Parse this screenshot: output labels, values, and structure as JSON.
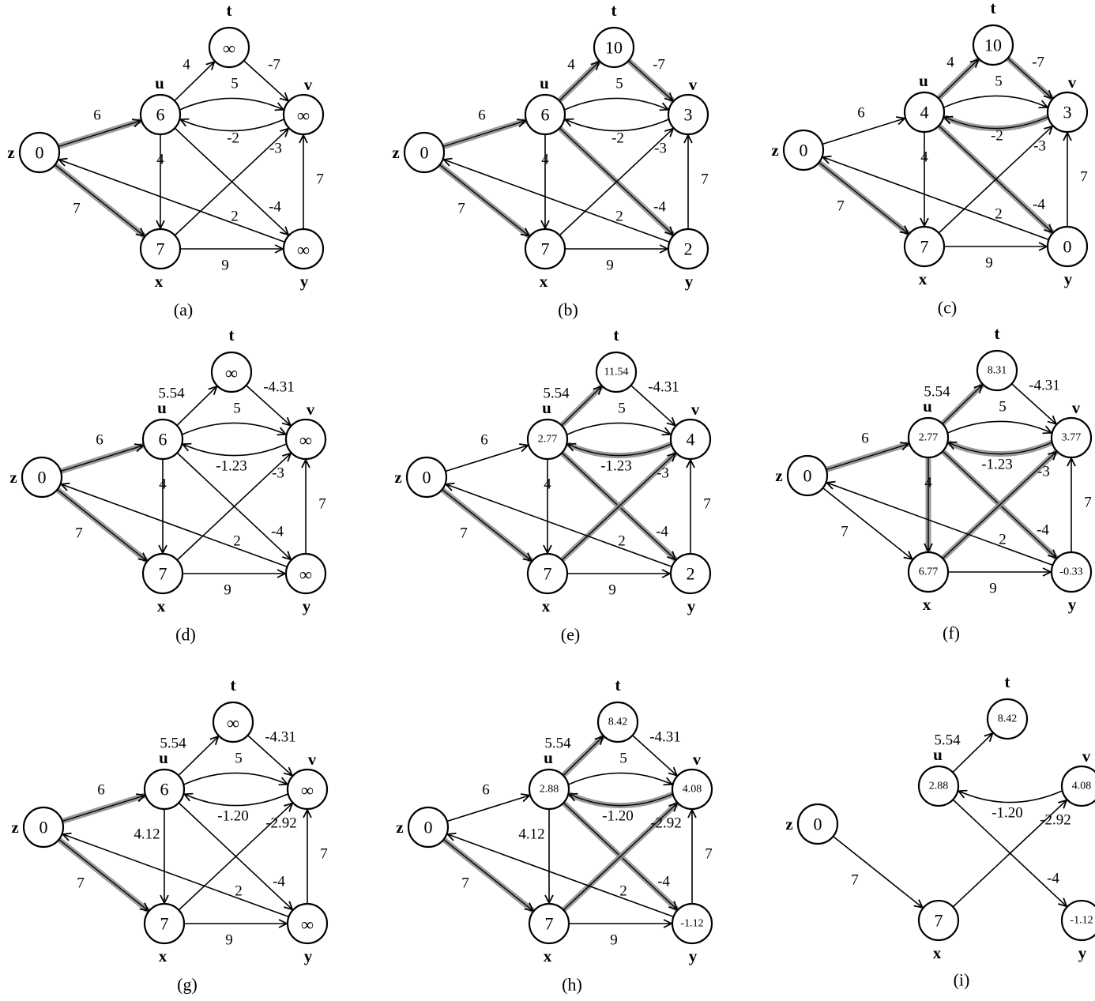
{
  "panels": [
    {
      "id": "a",
      "label": "(a)",
      "nodes": {
        "z": "0",
        "u": "6",
        "t": "∞",
        "v": "∞",
        "x": "7",
        "y": "∞"
      },
      "names": {
        "z": "z",
        "u": "u",
        "t": "t",
        "v": "v",
        "x": "x",
        "y": "y"
      },
      "edges": [
        {
          "f": "z",
          "t": "u",
          "w": "6",
          "hl": true
        },
        {
          "f": "z",
          "t": "x",
          "w": "7",
          "hl": true
        },
        {
          "f": "u",
          "t": "t",
          "w": "4",
          "hl": false
        },
        {
          "f": "t",
          "t": "v",
          "w": "-7",
          "hl": false
        },
        {
          "f": "u",
          "t": "v",
          "w": "5",
          "hl": false
        },
        {
          "f": "v",
          "t": "u",
          "w": "-2",
          "hl": false
        },
        {
          "f": "u",
          "t": "x",
          "w": "4",
          "hl": false
        },
        {
          "f": "u",
          "t": "y",
          "w": "-4",
          "hl": false
        },
        {
          "f": "x",
          "t": "v",
          "w": "-3",
          "hl": false
        },
        {
          "f": "x",
          "t": "y",
          "w": "9",
          "hl": false
        },
        {
          "f": "y",
          "t": "v",
          "w": "7",
          "hl": false
        },
        {
          "f": "y",
          "t": "z",
          "w": "2",
          "hl": false
        }
      ]
    },
    {
      "id": "b",
      "label": "(b)",
      "nodes": {
        "z": "0",
        "u": "6",
        "t": "10",
        "v": "3",
        "x": "7",
        "y": "2"
      },
      "names": {
        "z": "z",
        "u": "u",
        "t": "t",
        "v": "v",
        "x": "x",
        "y": "y"
      },
      "edges": [
        {
          "f": "z",
          "t": "u",
          "w": "6",
          "hl": true
        },
        {
          "f": "z",
          "t": "x",
          "w": "7",
          "hl": true
        },
        {
          "f": "u",
          "t": "t",
          "w": "4",
          "hl": true
        },
        {
          "f": "t",
          "t": "v",
          "w": "-7",
          "hl": true
        },
        {
          "f": "u",
          "t": "v",
          "w": "5",
          "hl": false
        },
        {
          "f": "v",
          "t": "u",
          "w": "-2",
          "hl": false
        },
        {
          "f": "u",
          "t": "x",
          "w": "4",
          "hl": false
        },
        {
          "f": "u",
          "t": "y",
          "w": "-4",
          "hl": true
        },
        {
          "f": "x",
          "t": "v",
          "w": "-3",
          "hl": false
        },
        {
          "f": "x",
          "t": "y",
          "w": "9",
          "hl": false
        },
        {
          "f": "y",
          "t": "v",
          "w": "7",
          "hl": false
        },
        {
          "f": "y",
          "t": "z",
          "w": "2",
          "hl": false
        }
      ]
    },
    {
      "id": "c",
      "label": "(c)",
      "nodes": {
        "z": "0",
        "u": "4",
        "t": "10",
        "v": "3",
        "x": "7",
        "y": "0"
      },
      "names": {
        "z": "z",
        "u": "u",
        "t": "t",
        "v": "v",
        "x": "x",
        "y": "y"
      },
      "edges": [
        {
          "f": "z",
          "t": "u",
          "w": "6",
          "hl": false
        },
        {
          "f": "z",
          "t": "x",
          "w": "7",
          "hl": true
        },
        {
          "f": "u",
          "t": "t",
          "w": "4",
          "hl": true
        },
        {
          "f": "t",
          "t": "v",
          "w": "-7",
          "hl": true
        },
        {
          "f": "u",
          "t": "v",
          "w": "5",
          "hl": false
        },
        {
          "f": "v",
          "t": "u",
          "w": "-2",
          "hl": true
        },
        {
          "f": "u",
          "t": "x",
          "w": "4",
          "hl": false
        },
        {
          "f": "u",
          "t": "y",
          "w": "-4",
          "hl": true
        },
        {
          "f": "x",
          "t": "v",
          "w": "-3",
          "hl": false
        },
        {
          "f": "x",
          "t": "y",
          "w": "9",
          "hl": false
        },
        {
          "f": "y",
          "t": "v",
          "w": "7",
          "hl": false
        },
        {
          "f": "y",
          "t": "z",
          "w": "2",
          "hl": false
        }
      ]
    },
    {
      "id": "d",
      "label": "(d)",
      "nodes": {
        "z": "0",
        "u": "6",
        "t": "∞",
        "v": "∞",
        "x": "7",
        "y": "∞"
      },
      "names": {
        "z": "z",
        "u": "u",
        "t": "t",
        "v": "v",
        "x": "x",
        "y": "y"
      },
      "edges": [
        {
          "f": "z",
          "t": "u",
          "w": "6",
          "hl": true
        },
        {
          "f": "z",
          "t": "x",
          "w": "7",
          "hl": true
        },
        {
          "f": "u",
          "t": "t",
          "w": "5.54",
          "hl": false
        },
        {
          "f": "t",
          "t": "v",
          "w": "-4.31",
          "hl": false
        },
        {
          "f": "u",
          "t": "v",
          "w": "5",
          "hl": false
        },
        {
          "f": "v",
          "t": "u",
          "w": "-1.23",
          "hl": false
        },
        {
          "f": "u",
          "t": "x",
          "w": "4",
          "hl": false
        },
        {
          "f": "u",
          "t": "y",
          "w": "-4",
          "hl": false
        },
        {
          "f": "x",
          "t": "v",
          "w": "-3",
          "hl": false
        },
        {
          "f": "x",
          "t": "y",
          "w": "9",
          "hl": false
        },
        {
          "f": "y",
          "t": "v",
          "w": "7",
          "hl": false
        },
        {
          "f": "y",
          "t": "z",
          "w": "2",
          "hl": false
        }
      ]
    },
    {
      "id": "e",
      "label": "(e)",
      "nodes": {
        "z": "0",
        "u": "2.77",
        "t": "11.54",
        "v": "4",
        "x": "7",
        "y": "2"
      },
      "names": {
        "z": "z",
        "u": "u",
        "t": "t",
        "v": "v",
        "x": "x",
        "y": "y"
      },
      "edges": [
        {
          "f": "z",
          "t": "u",
          "w": "6",
          "hl": false
        },
        {
          "f": "z",
          "t": "x",
          "w": "7",
          "hl": true
        },
        {
          "f": "u",
          "t": "t",
          "w": "5.54",
          "hl": true
        },
        {
          "f": "t",
          "t": "v",
          "w": "-4.31",
          "hl": false
        },
        {
          "f": "u",
          "t": "v",
          "w": "5",
          "hl": false
        },
        {
          "f": "v",
          "t": "u",
          "w": "-1.23",
          "hl": true
        },
        {
          "f": "u",
          "t": "x",
          "w": "4",
          "hl": false
        },
        {
          "f": "u",
          "t": "y",
          "w": "-4",
          "hl": true
        },
        {
          "f": "x",
          "t": "v",
          "w": "-3",
          "hl": true
        },
        {
          "f": "x",
          "t": "y",
          "w": "9",
          "hl": false
        },
        {
          "f": "y",
          "t": "v",
          "w": "7",
          "hl": false
        },
        {
          "f": "y",
          "t": "z",
          "w": "2",
          "hl": false
        }
      ]
    },
    {
      "id": "f",
      "label": "(f)",
      "nodes": {
        "z": "0",
        "u": "2.77",
        "t": "8.31",
        "v": "3.77",
        "x": "6.77",
        "y": "-0.33"
      },
      "names": {
        "z": "z",
        "u": "u",
        "t": "t",
        "v": "v",
        "x": "x",
        "y": "y"
      },
      "edges": [
        {
          "f": "z",
          "t": "u",
          "w": "6",
          "hl": true
        },
        {
          "f": "z",
          "t": "x",
          "w": "7",
          "hl": false
        },
        {
          "f": "u",
          "t": "t",
          "w": "5.54",
          "hl": true
        },
        {
          "f": "t",
          "t": "v",
          "w": "-4.31",
          "hl": false
        },
        {
          "f": "u",
          "t": "v",
          "w": "5",
          "hl": false
        },
        {
          "f": "v",
          "t": "u",
          "w": "-1.23",
          "hl": true
        },
        {
          "f": "u",
          "t": "x",
          "w": "4",
          "hl": true
        },
        {
          "f": "u",
          "t": "y",
          "w": "-4",
          "hl": true
        },
        {
          "f": "x",
          "t": "v",
          "w": "-3",
          "hl": true
        },
        {
          "f": "x",
          "t": "y",
          "w": "9",
          "hl": false
        },
        {
          "f": "y",
          "t": "v",
          "w": "7",
          "hl": false
        },
        {
          "f": "y",
          "t": "z",
          "w": "2",
          "hl": false
        }
      ]
    },
    {
      "id": "g",
      "label": "(g)",
      "nodes": {
        "z": "0",
        "u": "6",
        "t": "∞",
        "v": "∞",
        "x": "7",
        "y": "∞"
      },
      "names": {
        "z": "z",
        "u": "u",
        "t": "t",
        "v": "v",
        "x": "x",
        "y": "y"
      },
      "edges": [
        {
          "f": "z",
          "t": "u",
          "w": "6",
          "hl": true
        },
        {
          "f": "z",
          "t": "x",
          "w": "7",
          "hl": true
        },
        {
          "f": "u",
          "t": "t",
          "w": "5.54",
          "hl": false
        },
        {
          "f": "t",
          "t": "v",
          "w": "-4.31",
          "hl": false
        },
        {
          "f": "u",
          "t": "v",
          "w": "5",
          "hl": false
        },
        {
          "f": "v",
          "t": "u",
          "w": "-1.20",
          "hl": false
        },
        {
          "f": "u",
          "t": "x",
          "w": "4.12",
          "hl": false
        },
        {
          "f": "u",
          "t": "y",
          "w": "-4",
          "hl": false
        },
        {
          "f": "x",
          "t": "v",
          "w": "-2.92",
          "hl": false
        },
        {
          "f": "x",
          "t": "y",
          "w": "9",
          "hl": false
        },
        {
          "f": "y",
          "t": "v",
          "w": "7",
          "hl": false
        },
        {
          "f": "y",
          "t": "z",
          "w": "2",
          "hl": false
        }
      ]
    },
    {
      "id": "h",
      "label": "(h)",
      "nodes": {
        "z": "0",
        "u": "2.88",
        "t": "8.42",
        "v": "4.08",
        "x": "7",
        "y": "-1.12"
      },
      "names": {
        "z": "z",
        "u": "u",
        "t": "t",
        "v": "v",
        "x": "x",
        "y": "y"
      },
      "edges": [
        {
          "f": "z",
          "t": "u",
          "w": "6",
          "hl": false
        },
        {
          "f": "z",
          "t": "x",
          "w": "7",
          "hl": true
        },
        {
          "f": "u",
          "t": "t",
          "w": "5.54",
          "hl": true
        },
        {
          "f": "t",
          "t": "v",
          "w": "-4.31",
          "hl": false
        },
        {
          "f": "u",
          "t": "v",
          "w": "5",
          "hl": false
        },
        {
          "f": "v",
          "t": "u",
          "w": "-1.20",
          "hl": true
        },
        {
          "f": "u",
          "t": "x",
          "w": "4.12",
          "hl": false
        },
        {
          "f": "u",
          "t": "y",
          "w": "-4",
          "hl": true
        },
        {
          "f": "x",
          "t": "v",
          "w": "-2.92",
          "hl": true
        },
        {
          "f": "x",
          "t": "y",
          "w": "9",
          "hl": false
        },
        {
          "f": "y",
          "t": "v",
          "w": "7",
          "hl": false
        },
        {
          "f": "y",
          "t": "z",
          "w": "2",
          "hl": false
        }
      ]
    },
    {
      "id": "i",
      "label": "(i)",
      "nodes": {
        "z": "0",
        "u": "2.88",
        "t": "8.42",
        "v": "4.08",
        "x": "7",
        "y": "-1.12"
      },
      "names": {
        "z": "z",
        "u": "u",
        "t": "t",
        "v": "v",
        "x": "x",
        "y": "y"
      },
      "edges": [
        {
          "f": "z",
          "t": "x",
          "w": "7",
          "hl": false
        },
        {
          "f": "u",
          "t": "t",
          "w": "5.54",
          "hl": false
        },
        {
          "f": "v",
          "t": "u",
          "w": "-1.20",
          "hl": false
        },
        {
          "f": "x",
          "t": "v",
          "w": "-2.92",
          "hl": false
        },
        {
          "f": "u",
          "t": "y",
          "w": "-4",
          "hl": false
        }
      ]
    }
  ]
}
